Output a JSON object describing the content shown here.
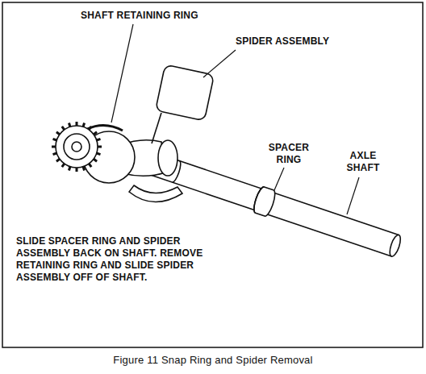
{
  "diagram": {
    "caption": "Figure 11 Snap Ring and Spider Removal",
    "labels": [
      "SHAFT RETAINING RING",
      "SPIDER ASSEMBLY",
      "SPACER RING",
      "AXLE SHAFT",
      "SLIDE SPACER RING AND SPIDER ASSEMBLY BACK ON SHAFT. REMOVE RETAINING RING AND SLIDE SPIDER ASSEMBLY OFF OF SHAFT."
    ]
  }
}
